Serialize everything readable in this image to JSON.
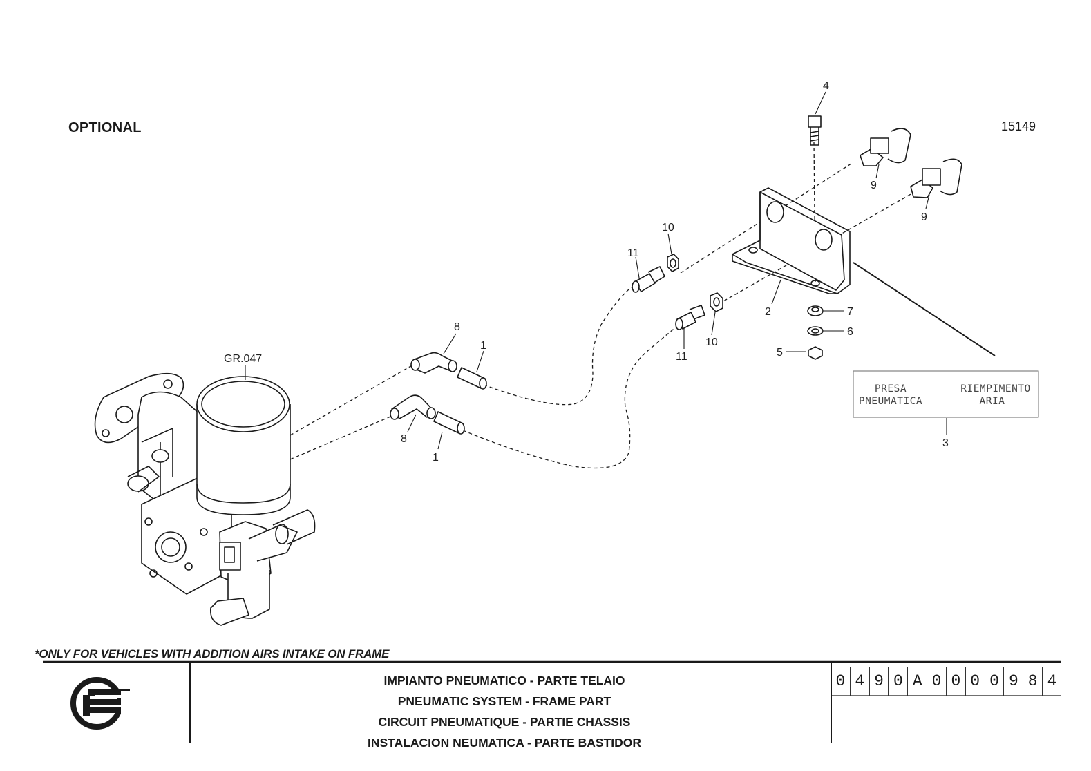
{
  "header": {
    "optional_label": "OPTIONAL",
    "drawing_number": "15149"
  },
  "diagram": {
    "group_ref": "GR.047",
    "callouts": [
      "1",
      "1",
      "2",
      "3",
      "4",
      "5",
      "6",
      "7",
      "8",
      "8",
      "9",
      "9",
      "10",
      "10",
      "11",
      "11"
    ],
    "tag": {
      "left_line1": "PRESA",
      "left_line2": "PNEUMATICA",
      "right_line1": "RIEMPIMENTO",
      "right_line2": "ARIA"
    }
  },
  "footer": {
    "note": "*ONLY FOR VEHICLES WITH ADDITION AIRS INTAKE ON FRAME",
    "titles": [
      "IMPIANTO PNEUMATICO - PARTE TELAIO",
      "PNEUMATIC SYSTEM - FRAME PART",
      "CIRCUIT PNEUMATIQUE - PARTIE CHASSIS",
      "INSTALACION NEUMATICA - PARTE BASTIDOR"
    ],
    "code_chars": [
      "0",
      "4",
      "9",
      "0",
      "A",
      "0",
      "0",
      "0",
      "0",
      "9",
      "8",
      "4"
    ],
    "logo_icon": "company-logo-icon"
  },
  "colors": {
    "ink": "#1a1a1a",
    "tag_border": "#888888"
  }
}
